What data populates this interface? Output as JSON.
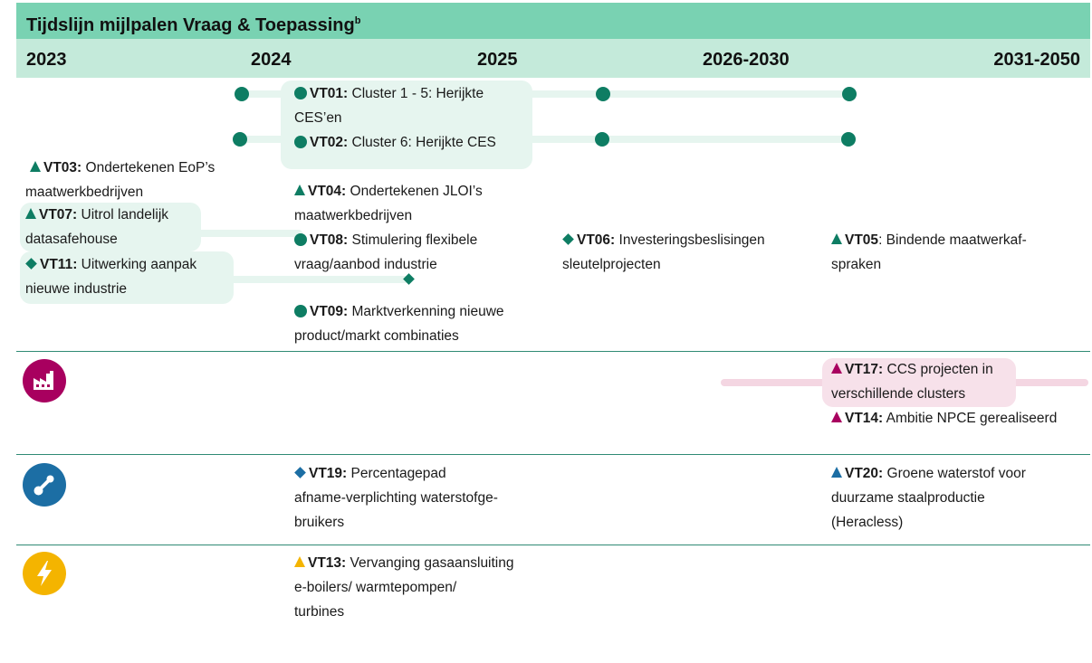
{
  "title": {
    "text": "Tijdslijn mijlpalen Vraag & Toepassing",
    "sup": "b"
  },
  "years": [
    "2023",
    "2024",
    "2025",
    "2026-2030",
    "2031-2050"
  ],
  "milestones": {
    "vt01": {
      "code": "VT01:",
      "text": " Cluster 1 - 5: Herijkte",
      "text2": "CES’en"
    },
    "vt02": {
      "code": "VT02:",
      "text": " Cluster 6: Herijkte CES"
    },
    "vt03": {
      "code": "VT03:",
      "text": " Ondertekenen EoP’s",
      "text2": "maatwerkbedrijven"
    },
    "vt04": {
      "code": "VT04:",
      "text": " Ondertekenen JLOI’s",
      "text2": "maatwerkbedrijven"
    },
    "vt05": {
      "code": "VT05",
      "text": ": Bindende maatwerkaf-",
      "text2": "spraken"
    },
    "vt06": {
      "code": "VT06:",
      "text": " Investeringsbeslisingen",
      "text2": "sleutelprojecten"
    },
    "vt07": {
      "code": "VT07:",
      "text": " Uitrol landelijk",
      "text2": "datasafehouse"
    },
    "vt08": {
      "code": "VT08:",
      "text": " Stimulering flexibele",
      "text2": "vraag/aanbod industrie"
    },
    "vt09": {
      "code": "VT09:",
      "text": " Marktverkenning nieuwe",
      "text2": "product/markt combinaties"
    },
    "vt11": {
      "code": "VT11:",
      "text": " Uitwerking aanpak",
      "text2": "nieuwe industrie"
    },
    "vt13": {
      "code": "VT13:",
      "text": " Vervanging gasaansluiting",
      "text2": "e-boilers/ warmtepompen/",
      "text3": "turbines"
    },
    "vt14": {
      "code": "VT14:",
      "text": " Ambitie NPCE gerealiseerd"
    },
    "vt17": {
      "code": "VT17:",
      "text": " CCS projecten in",
      "text2": "verschillende clusters"
    },
    "vt19": {
      "code": "VT19:",
      "text": " Percentagepad",
      "text2": "afname-verplichting waterstofge-",
      "text3": "bruikers"
    },
    "vt20": {
      "code": "VT20:",
      "text": " Groene waterstof voor",
      "text2": "duurzame staalproductie",
      "text3": "(Heracless)"
    }
  },
  "categories": [
    {
      "icon": "factory-icon",
      "color": "#a8005f"
    },
    {
      "icon": "hydrogen-molecule-icon",
      "color": "#1c6ea4"
    },
    {
      "icon": "lightning-icon",
      "color": "#f4b400"
    }
  ],
  "colors": {
    "title_bg": "#79d2b2",
    "year_bg": "#c4eada",
    "green": "#0e7d63",
    "magenta": "#a8005f",
    "blue": "#1c6ea4",
    "yellow": "#f4b400"
  }
}
